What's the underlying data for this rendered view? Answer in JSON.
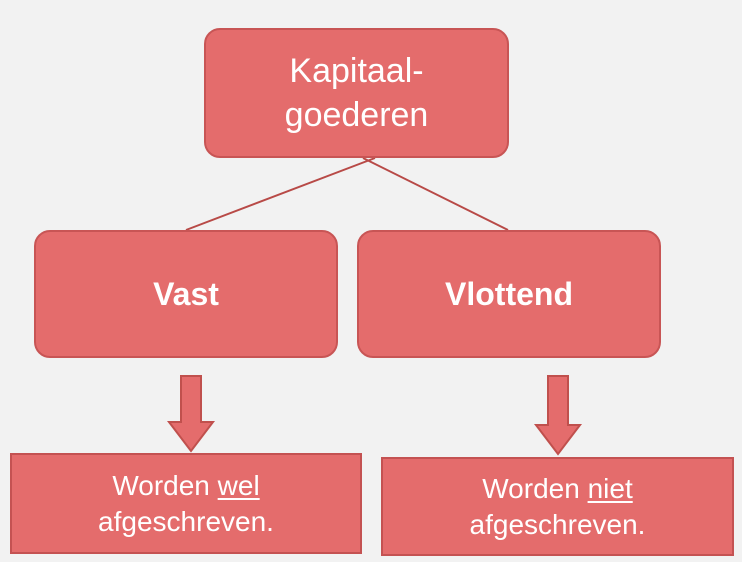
{
  "diagram": {
    "root": {
      "line1": "Kapitaal-",
      "line2": "goederen"
    },
    "left": {
      "title": "Vast",
      "result": {
        "prefix": "Worden ",
        "emphasis": "wel",
        "suffix": "afgeschreven."
      }
    },
    "right": {
      "title": "Vlottend",
      "result": {
        "prefix": "Worden ",
        "emphasis": "niet",
        "suffix": "afgeschreven."
      }
    }
  },
  "colors": {
    "background": "#f2f2f2",
    "box_fill": "#e46c6c",
    "box_border": "#c85555",
    "connector": "#c0504d",
    "text": "#ffffff"
  }
}
